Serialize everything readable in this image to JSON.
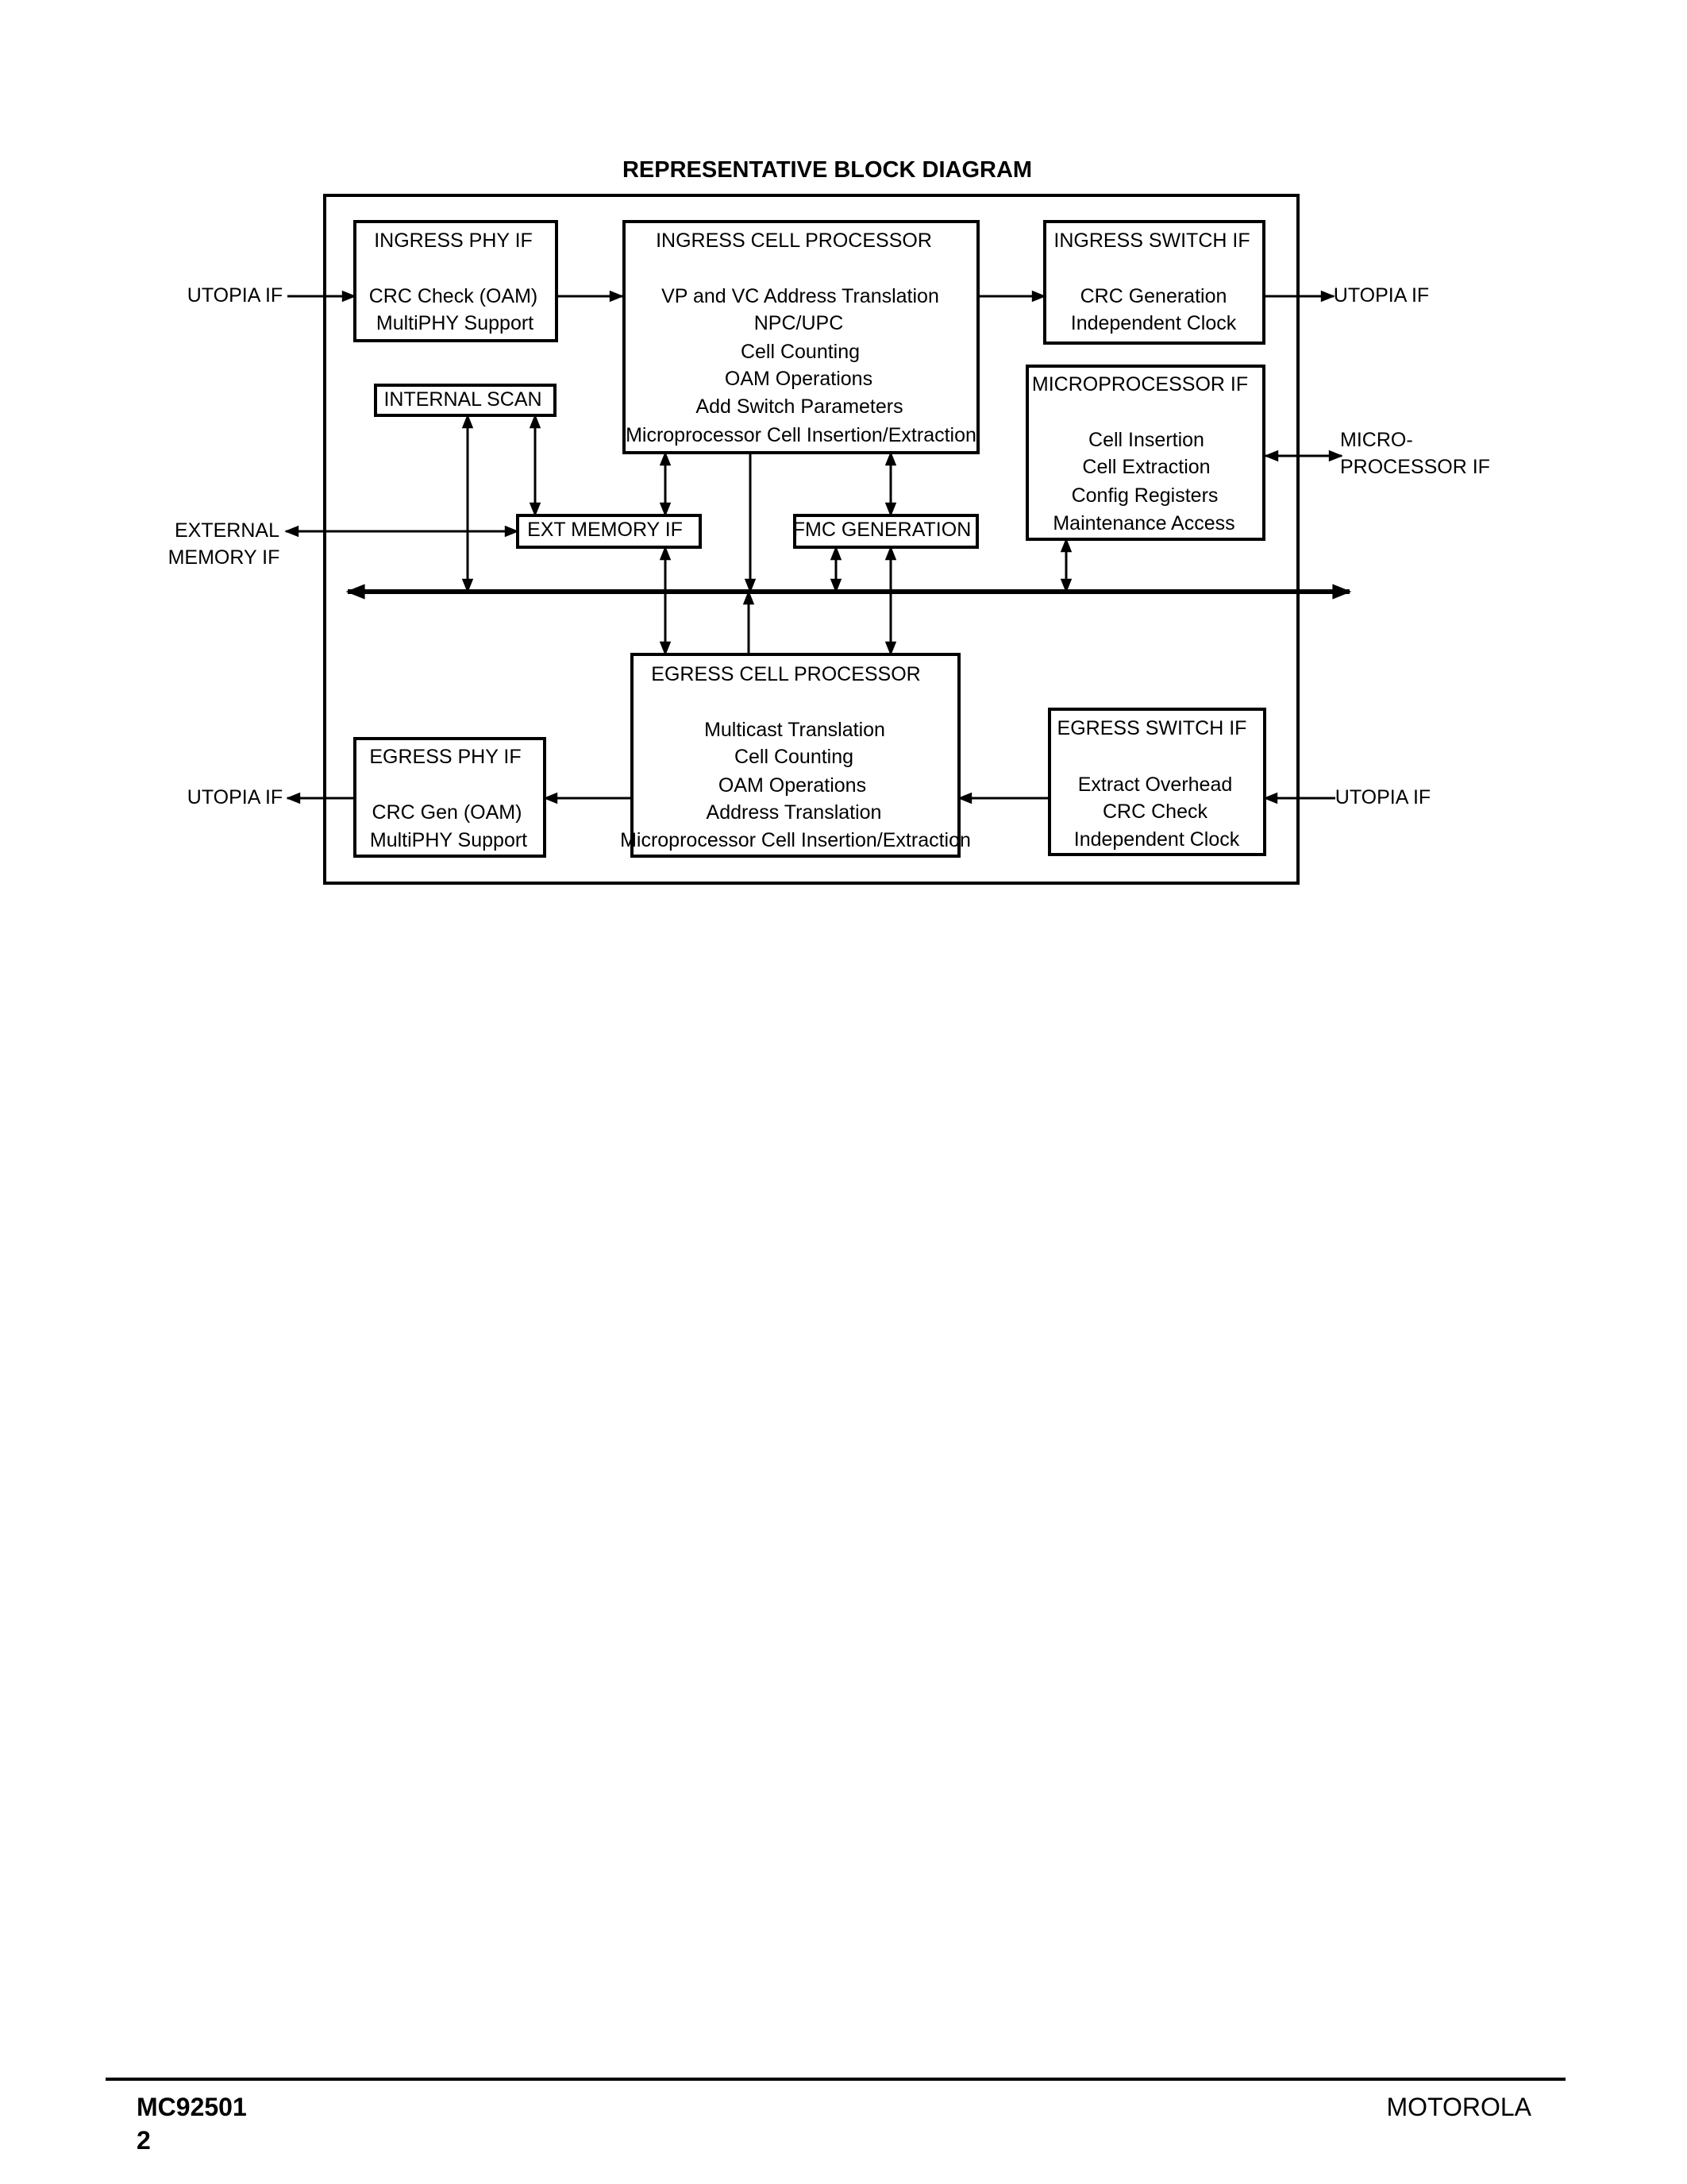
{
  "diagram": {
    "title": "REPRESENTATIVE BLOCK DIAGRAM",
    "external": {
      "utopia_in": "UTOPIA IF",
      "utopia_out": "UTOPIA IF",
      "utopia_egress_out": "UTOPIA IF",
      "utopia_egress_in": "UTOPIA IF",
      "external_memory_line1": "EXTERNAL",
      "external_memory_line2": "MEMORY IF",
      "micro_line1": "MICRO-",
      "micro_line2": "PROCESSOR IF"
    },
    "blocks": {
      "ingress_phy": {
        "title": "INGRESS PHY IF",
        "lines": [
          "CRC Check (OAM)",
          "MultiPHY Support"
        ]
      },
      "ingress_cell": {
        "title": "INGRESS CELL PROCESSOR",
        "lines": [
          "VP and VC Address Translation",
          "NPC/UPC",
          "Cell Counting",
          "OAM Operations",
          "Add Switch Parameters",
          "Microprocessor Cell Insertion/Extraction"
        ]
      },
      "ingress_switch": {
        "title": "INGRESS SWITCH IF",
        "lines": [
          "CRC Generation",
          "Independent Clock"
        ]
      },
      "microprocessor": {
        "title": "MICROPROCESSOR IF",
        "lines": [
          "Cell Insertion",
          "Cell Extraction",
          "Config Registers",
          "Maintenance Access"
        ]
      },
      "internal_scan": {
        "title": "INTERNAL SCAN"
      },
      "ext_memory": {
        "title": "EXT MEMORY IF"
      },
      "fmc_generation": {
        "title": "FMC GENERATION"
      },
      "egress_cell": {
        "title": "EGRESS CELL PROCESSOR",
        "lines": [
          "Multicast Translation",
          "Cell Counting",
          "OAM Operations",
          "Address Translation",
          "Microprocessor Cell Insertion/Extraction"
        ]
      },
      "egress_phy": {
        "title": "EGRESS PHY IF",
        "lines": [
          "CRC Gen (OAM)",
          "MultiPHY Support"
        ]
      },
      "egress_switch": {
        "title": "EGRESS SWITCH IF",
        "lines": [
          "Extract Overhead",
          "CRC Check",
          "Independent Clock"
        ]
      }
    }
  },
  "footer": {
    "part_number": "MC92501",
    "page_number": "2",
    "brand": "MOTOROLA"
  }
}
